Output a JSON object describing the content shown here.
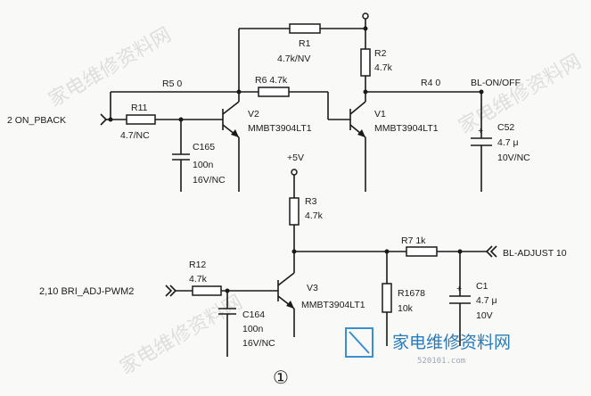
{
  "diagram": {
    "figure_number": "①",
    "ports": {
      "on_pback": "2 ON_PBACK",
      "bl_on_off": "BL-ON/OFF",
      "bri_adj_pwm2": "2,10 BRI_ADJ-PWM2",
      "bl_adjust": "BL-ADJUST 10",
      "vcc": "+5V"
    },
    "components": {
      "R1": {
        "ref": "R1",
        "value": "4.7k/NV"
      },
      "R2": {
        "ref": "R2",
        "value": "4.7k"
      },
      "R3": {
        "ref": "R3",
        "value": "4.7k"
      },
      "R4": {
        "ref": "R4 0"
      },
      "R5": {
        "ref": "R5 0"
      },
      "R6": {
        "ref": "R6 4.7k"
      },
      "R7": {
        "ref": "R7 1k"
      },
      "R11": {
        "ref": "R11",
        "value": "4.7/NC"
      },
      "R12": {
        "ref": "R12",
        "value": "4.7k"
      },
      "R1678": {
        "ref": "R1678",
        "value": "10k"
      },
      "C165": {
        "ref": "C165",
        "value": "100n",
        "rating": "16V/NC"
      },
      "C164": {
        "ref": "C164",
        "value": "100n",
        "rating": "16V/NC"
      },
      "C52": {
        "ref": "C52",
        "value": "4.7 μ",
        "rating": "10V/NC"
      },
      "C1": {
        "ref": "C1",
        "value": "4.7 μ",
        "rating": "10V"
      },
      "V1": {
        "ref": "V1",
        "part": "MMBT3904LT1"
      },
      "V2": {
        "ref": "V2",
        "part": "MMBT3904LT1"
      },
      "V3": {
        "ref": "V3",
        "part": "MMBT3904LT1"
      }
    },
    "polarity_mark": "+"
  },
  "watermark": {
    "title": "家电维修资料网",
    "url": "520101.com",
    "diagonal_text": "家电维修资料网"
  }
}
